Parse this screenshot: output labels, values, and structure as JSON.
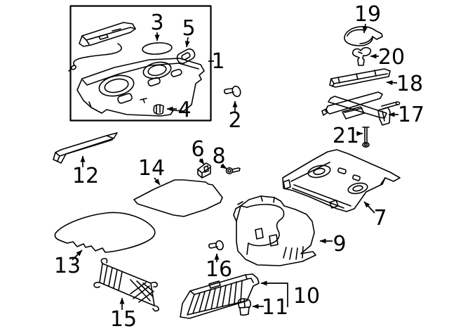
{
  "diagram": {
    "background_color": "#ffffff",
    "line_color": "#000000",
    "callouts": [
      {
        "label": "1"
      },
      {
        "label": "2"
      },
      {
        "label": "3"
      },
      {
        "label": "4"
      },
      {
        "label": "5"
      },
      {
        "label": "6"
      },
      {
        "label": "7"
      },
      {
        "label": "8"
      },
      {
        "label": "9"
      },
      {
        "label": "10"
      },
      {
        "label": "11"
      },
      {
        "label": "12"
      },
      {
        "label": "13"
      },
      {
        "label": "14"
      },
      {
        "label": "15"
      },
      {
        "label": "16"
      },
      {
        "label": "17"
      },
      {
        "label": "18"
      },
      {
        "label": "19"
      },
      {
        "label": "20"
      },
      {
        "label": "21"
      }
    ]
  }
}
